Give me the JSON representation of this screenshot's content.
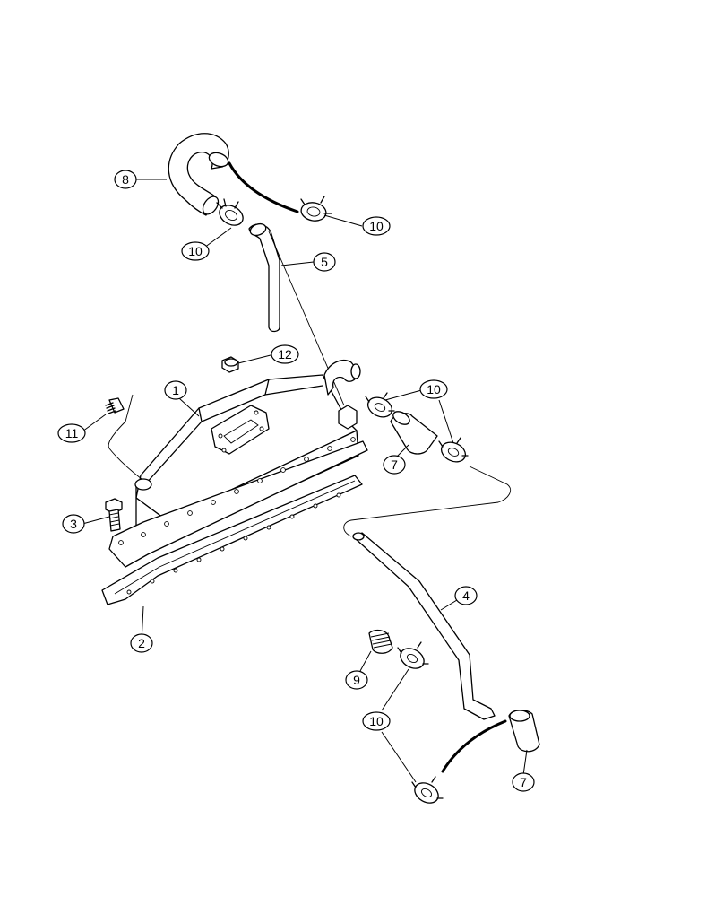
{
  "figure": "exploded-parts-diagram",
  "callouts": [
    {
      "id": "c1",
      "label": "1"
    },
    {
      "id": "c2",
      "label": "2"
    },
    {
      "id": "c3",
      "label": "3"
    },
    {
      "id": "c4",
      "label": "4"
    },
    {
      "id": "c5",
      "label": "5"
    },
    {
      "id": "c7a",
      "label": "7"
    },
    {
      "id": "c7b",
      "label": "7"
    },
    {
      "id": "c8",
      "label": "8"
    },
    {
      "id": "c9",
      "label": "9"
    },
    {
      "id": "c10a",
      "label": "10"
    },
    {
      "id": "c10b",
      "label": "10"
    },
    {
      "id": "c10c",
      "label": "10"
    },
    {
      "id": "c10d",
      "label": "10"
    },
    {
      "id": "c11",
      "label": "11"
    },
    {
      "id": "c12",
      "label": "12"
    }
  ]
}
